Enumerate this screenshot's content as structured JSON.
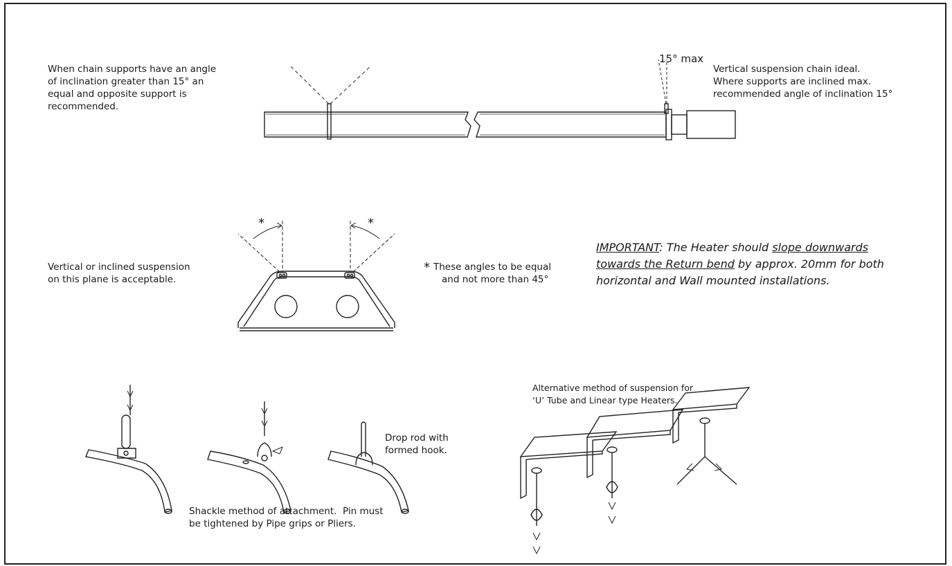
{
  "labels": {
    "inclination_note": [
      "When chain supports have an angle",
      "of inclination greater than 15° an",
      "equal and opposite support is",
      "recommended."
    ],
    "max_angle": "15° max",
    "vertical_note": [
      "Vertical suspension chain ideal.",
      "Where supports are inclined max.",
      "recommended angle of inclination 15°"
    ],
    "plane_note": [
      "Vertical or inclined suspension",
      "on this plane is acceptable."
    ],
    "angles_marker": "*",
    "angles_note": [
      "These angles to be equal",
      "and not more than 45°"
    ],
    "important": {
      "keyword": "IMPORTANT",
      "colon": ":",
      "part1": " The Heater should ",
      "underlined1": "slope downwards",
      "underlined2": "towards the Return bend",
      "part2": " by approx. 20mm for both",
      "line3": "horizontal and Wall mounted installations."
    },
    "drop_rod": [
      "Drop rod with",
      "formed hook."
    ],
    "shackle_note": [
      "Shackle method of attachment.  Pin must",
      "be tightened by Pipe grips or Pliers."
    ],
    "alternative_note": [
      "Alternative method of suspension for",
      "‘U’ Tube and Linear type Heaters."
    ]
  },
  "colors": {
    "line": "#222222",
    "text": "#1a1a1a",
    "background": "#ffffff"
  }
}
